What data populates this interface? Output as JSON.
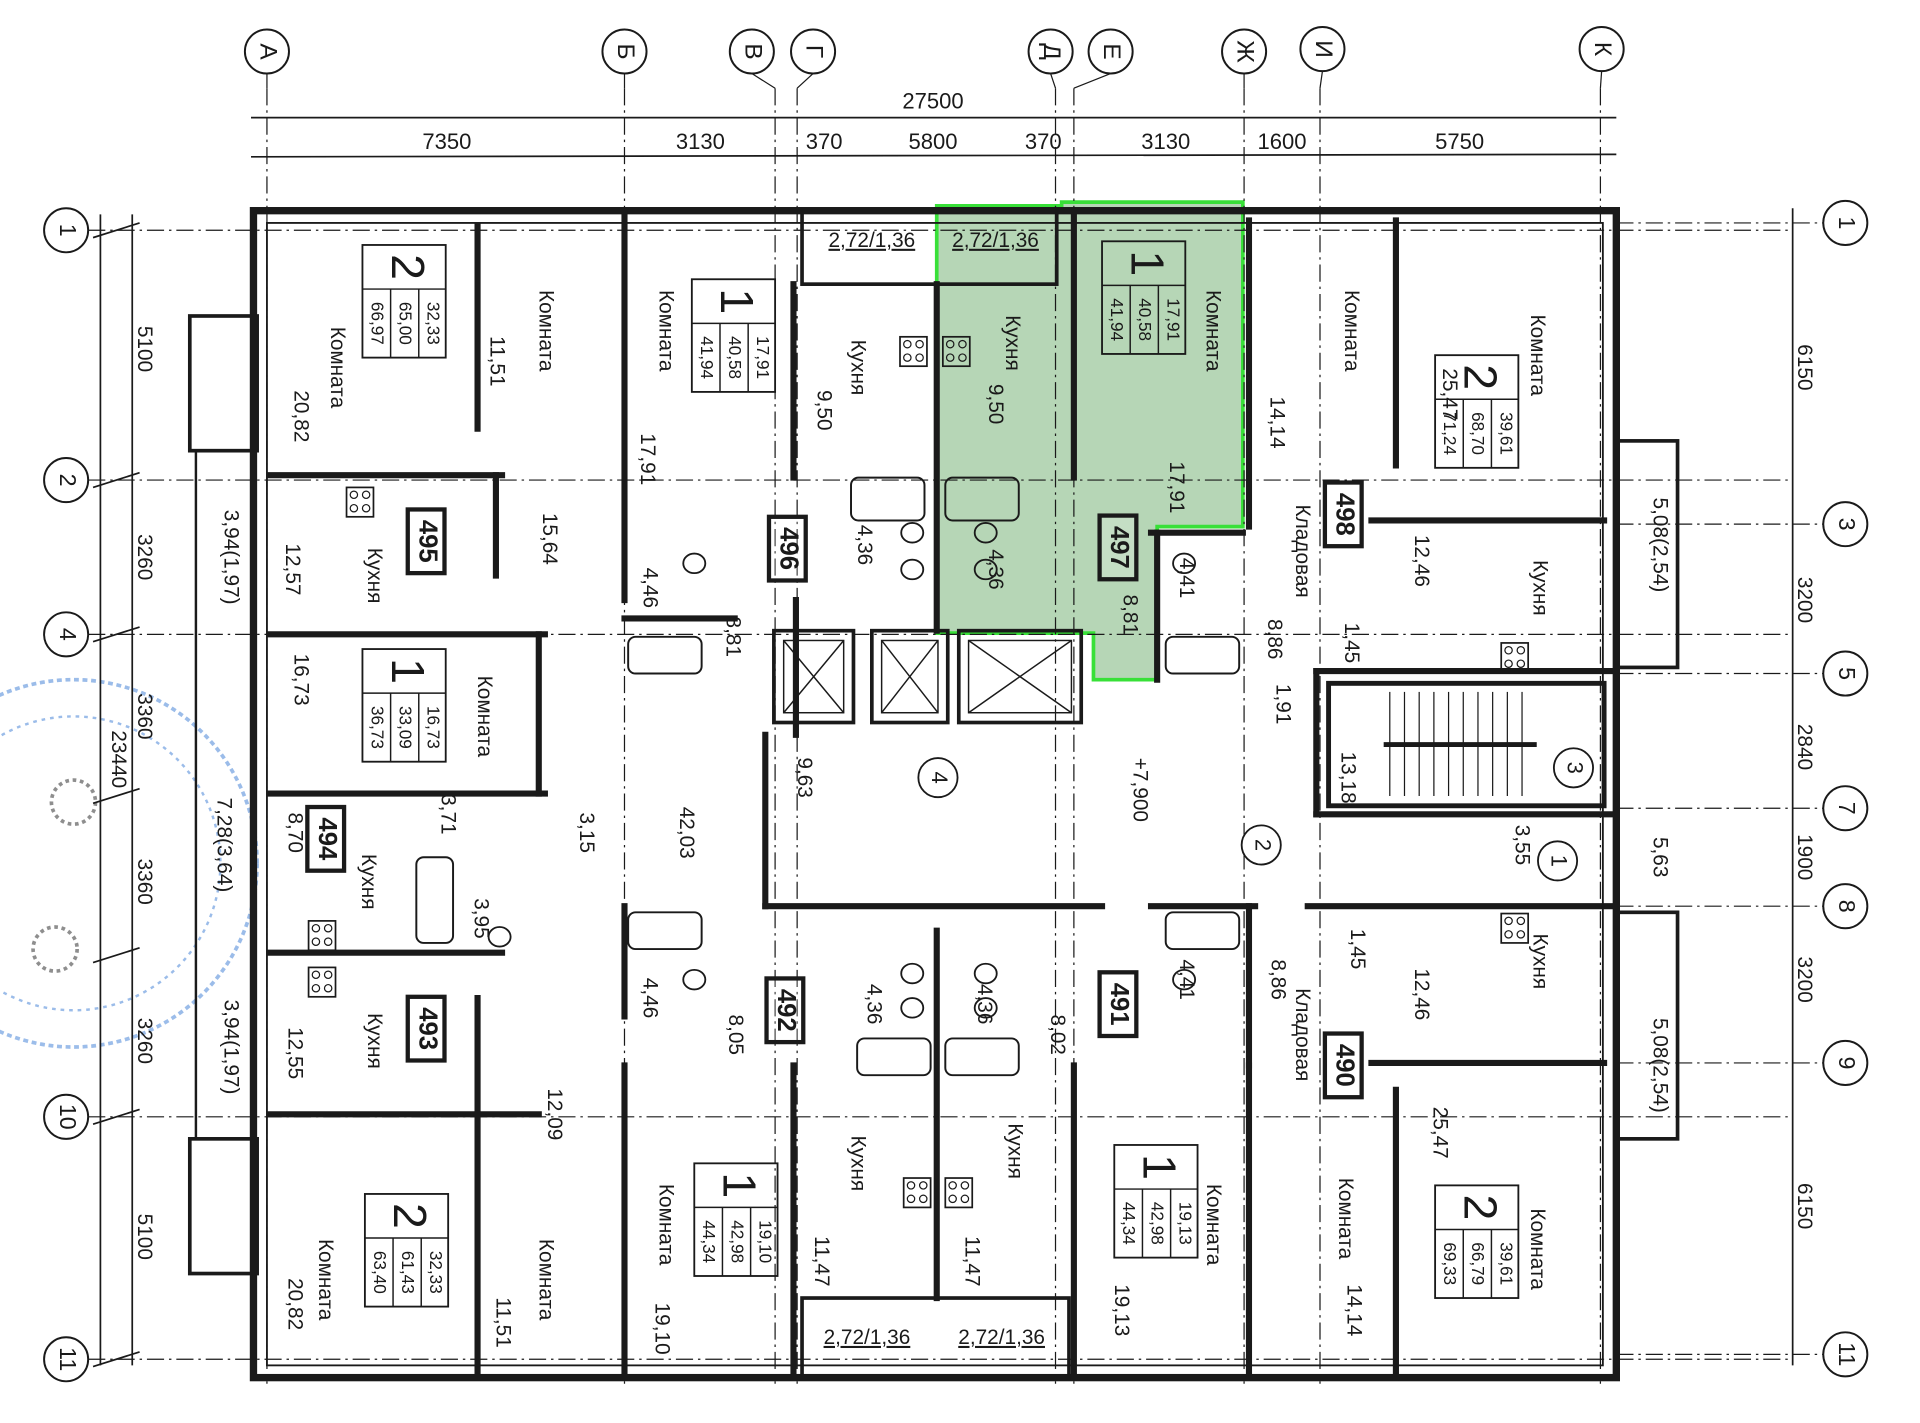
{
  "colors": {
    "highlight_fill": "#a9cfa9",
    "highlight_stroke": "#38e038",
    "ink": "#1a1a1a",
    "stamp": "#4a86d8"
  },
  "axes_columns": [
    "А",
    "Б",
    "В",
    "Г",
    "Д",
    "Е",
    "Ж",
    "И",
    "К"
  ],
  "axes_rows_left": [
    "1",
    "2",
    "4",
    "10",
    "11"
  ],
  "axes_rows_right": [
    "1",
    "3",
    "5",
    "7",
    "8",
    "9",
    "11"
  ],
  "dimensions": {
    "top_total": "27500",
    "top": [
      "7350",
      "3130",
      "370",
      "5800",
      "370",
      "3130",
      "1600",
      "5750"
    ],
    "left": [
      "5100",
      "3260",
      "3360",
      "3360",
      "3260",
      "5100"
    ],
    "left_total": "23440",
    "right": [
      "6150",
      "3200",
      "2840",
      "1900",
      "3200",
      "6150"
    ]
  },
  "apartments": [
    {
      "type": "2",
      "living": "32,33",
      "total": "65,00",
      "total_balcony": "66,97"
    },
    {
      "type": "1",
      "living": "16,73",
      "total": "33,09",
      "total_balcony": "36,73"
    },
    {
      "type": "1",
      "living": "17,91",
      "total": "40,58",
      "total_balcony": "41,94"
    },
    {
      "type": "1",
      "living": "17,91",
      "total": "40,58",
      "total_balcony": "41,94"
    },
    {
      "type": "2",
      "living": "39,61",
      "total": "68,70",
      "total_balcony": "71,24"
    },
    {
      "type": "2",
      "living": "32,33",
      "total": "61,43",
      "total_balcony": "63,40"
    },
    {
      "type": "1",
      "living": "19,10",
      "total": "42,98",
      "total_balcony": "44,34"
    },
    {
      "type": "1",
      "living": "19,13",
      "total": "42,98",
      "total_balcony": "44,34"
    },
    {
      "type": "2",
      "living": "39,61",
      "total": "66,79",
      "total_balcony": "69,33"
    }
  ],
  "apartment_numbers": [
    "495",
    "496",
    "497",
    "498",
    "494",
    "493",
    "492",
    "491",
    "490"
  ],
  "markers": [
    "4",
    "2",
    "3",
    "1"
  ],
  "labels": [
    "Комната",
    "11,51",
    "Комната",
    "20,82",
    "15,64",
    "Кухня",
    "12,57",
    "16,73",
    "Комната",
    "8,70",
    "Кухня",
    "3,71",
    "3,15",
    "3,95",
    "42,03",
    "Кухня",
    "12,55",
    "12,09",
    "Комната",
    "20,82",
    "Комната",
    "11,51",
    "3,94(1,97)",
    "7,28(3,64)",
    "3,94(1,97)",
    "Комната",
    "17,91",
    "Кухня",
    "9,50",
    "4,46",
    "8,81",
    "4,36",
    "2,72/1,36",
    "2,72/1,36",
    "Кухня",
    "9,50",
    "4,36",
    "Комната",
    "17,91",
    "8,81",
    "4,41",
    "8,86",
    "14,14",
    "Комната",
    "Кладовая",
    "1,45",
    "12,46",
    "Комната",
    "25,47",
    "Кухня",
    "5,08(2,54)",
    "1,91",
    "13,18",
    "9,63",
    "+7,900",
    "3,55",
    "5,63",
    "4,46",
    "8,05",
    "4,36",
    "4,36",
    "8,02",
    "4,41",
    "8,86",
    "Кладовая",
    "1,45",
    "12,46",
    "Кухня",
    "5,08(2,54)",
    "25,47",
    "Комната",
    "19,10",
    "Кухня",
    "11,47",
    "Кухня",
    "11,47",
    "Комната",
    "19,13",
    "Комната",
    "14,14",
    "Комната",
    "2,72/1,36",
    "2,72/1,36"
  ]
}
